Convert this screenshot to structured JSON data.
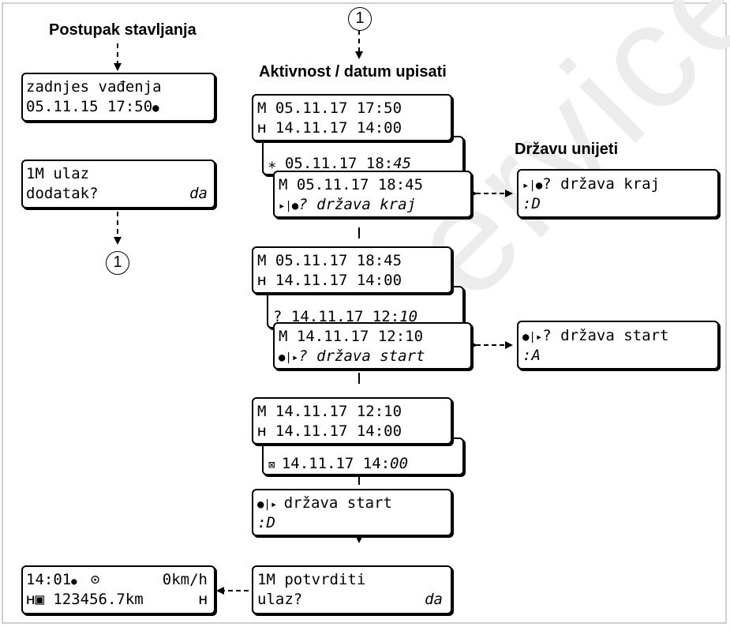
{
  "titles": {
    "postupak": "Postupak stavljanja",
    "aktivnost": "Aktivnost / datum upisati",
    "drzavu": "Državu unijeti"
  },
  "watermark": "Service Only",
  "marker": "1",
  "left": {
    "d1": [
      "zadnjes vađenja",
      "05.11.15   17:50"
    ],
    "d2": [
      "1M ulaz",
      "dodatak?",
      "da"
    ],
    "d3": [
      "14:01",
      "0km/h",
      "123456.7km"
    ]
  },
  "center": {
    "g1": [
      "M 05.11.17 17:50",
      "14.11.17 14:00",
      "05.11.17 18:",
      "45",
      "M 05.11.17 18:45",
      "? država kraj"
    ],
    "g2": [
      "M 05.11.17 18:45",
      "14.11.17 14:00",
      "? 14.11.17 12:",
      "10",
      "M 14.11.17 12:10",
      "? država start"
    ],
    "g3": [
      "M 14.11.17 12:10",
      "14.11.17 14:00",
      "14.11.17 14:",
      "00"
    ],
    "d4": [
      "država start",
      ":D"
    ],
    "d5": [
      "1M potvrditi",
      "ulaz?",
      "da"
    ]
  },
  "right": {
    "r1": [
      "? država kraj",
      ":D"
    ],
    "r2": [
      "? država start",
      ":A"
    ]
  }
}
